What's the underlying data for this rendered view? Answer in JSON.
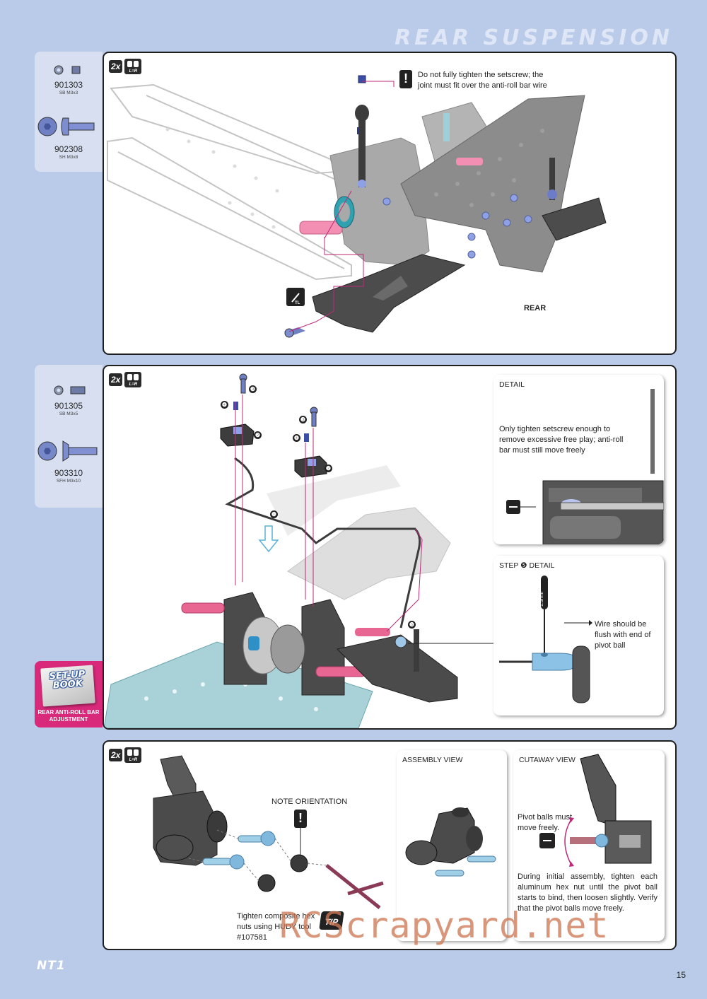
{
  "header": {
    "title": "REAR SUSPENSION"
  },
  "parts": {
    "p1": [
      {
        "number": "901303",
        "desc": "SB M3x3"
      },
      {
        "number": "902308",
        "desc": "SH M3x8"
      }
    ],
    "p2": [
      {
        "number": "901305",
        "desc": "SB M3x5"
      },
      {
        "number": "903310",
        "desc": "SFH M3x10"
      }
    ]
  },
  "setup_book": {
    "cover": "SET-UP BOOK",
    "caption": "REAR ANTI-ROLL BAR ADJUSTMENT"
  },
  "step1": {
    "qty": "2x",
    "lr": "L=R",
    "note": "Do not fully tighten the setscrew; the joint must fit over the anti-roll bar wire",
    "rear_label": "REAR",
    "tl_label": "TL"
  },
  "step2": {
    "qty": "2x",
    "lr": "L=R",
    "detail_title": "DETAIL",
    "detail_note": "Only tighten setscrew enough to remove excessive free play; anti-roll bar must still move freely",
    "step5_title": "STEP ❺ DETAIL",
    "step5_note": "Wire should be flush with end of pivot ball",
    "tool_label": "1.5mm",
    "callouts": [
      "❶",
      "❷",
      "❷",
      "❸",
      "❸",
      "❹",
      "❹",
      "❺"
    ]
  },
  "step3": {
    "qty": "2x",
    "lr": "L=R",
    "note_orientation": "NOTE ORIENTATION",
    "tighten_note": "Tighten composite hex nuts using HUDY tool #107581",
    "tip_label": "TIP",
    "assembly_title": "ASSEMBLY VIEW",
    "cutaway_title": "CUTAWAY VIEW",
    "pivot_note": "Pivot balls must move freely.",
    "initial_note": "During initial assembly, tighten each aluminum hex nut until the pivot ball starts to bind, then loosen slightly. Verify that the pivot balls move freely."
  },
  "footer": {
    "logo": "NT1",
    "page": "15",
    "watermark": "RCScrapyard.net"
  },
  "colors": {
    "background": "#b9cbe9",
    "accent_pink": "#d8297a",
    "part_gray": "#a8a8a8"
  }
}
